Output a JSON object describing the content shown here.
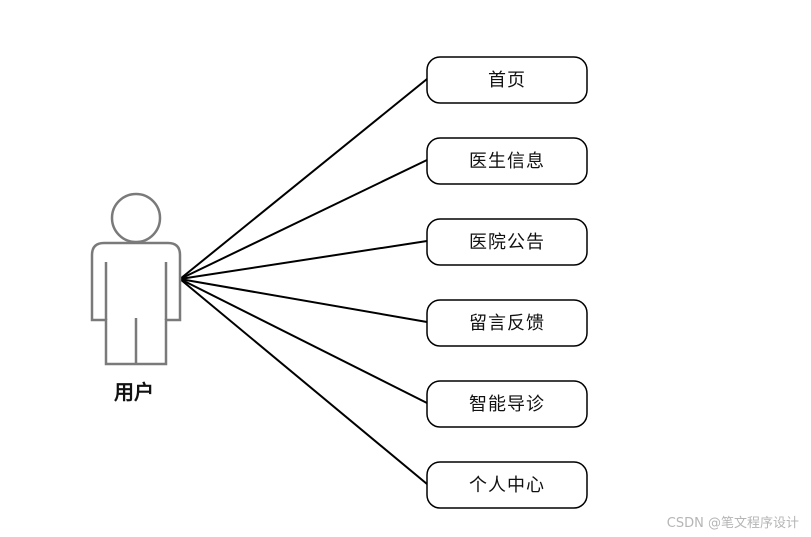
{
  "actor": {
    "label": "用户",
    "icon": "person-icon"
  },
  "use_cases": [
    {
      "label": "首页"
    },
    {
      "label": "医生信息"
    },
    {
      "label": "医院公告"
    },
    {
      "label": "留言反馈"
    },
    {
      "label": "智能导诊"
    },
    {
      "label": "个人中心"
    }
  ],
  "watermark": "CSDN @笔文程序设计"
}
